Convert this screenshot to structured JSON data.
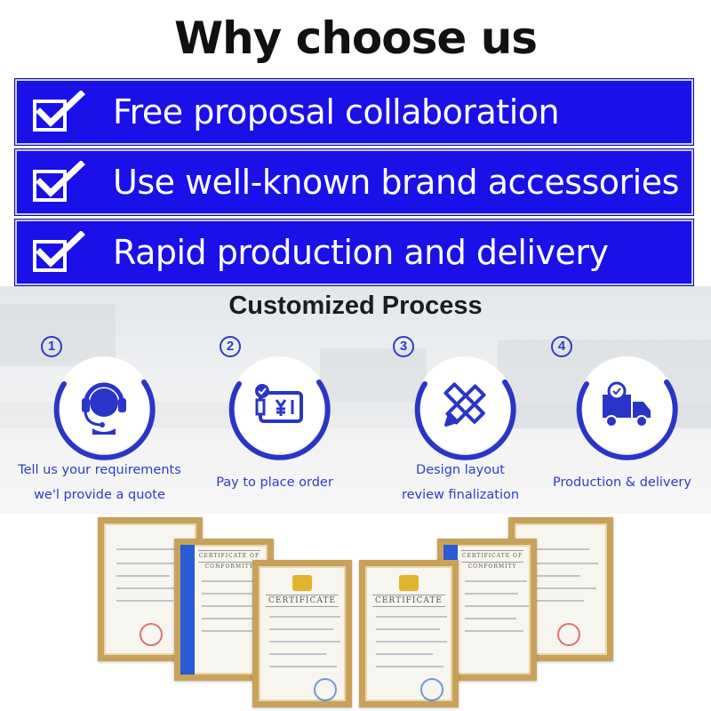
{
  "header": {
    "title": "Why choose us"
  },
  "benefits": [
    {
      "label": "Free proposal collaboration",
      "icon": "checkbox-check-icon"
    },
    {
      "label": "Use well-known brand accessories",
      "icon": "checkbox-check-icon"
    },
    {
      "label": "Rapid production and delivery",
      "icon": "checkbox-check-icon"
    }
  ],
  "process": {
    "title": "Customized Process",
    "steps": [
      {
        "number": "1",
        "icon": "customer-service-headset-icon",
        "line1": "Tell us your requirements",
        "line2": "we'l provide a quote"
      },
      {
        "number": "2",
        "icon": "payment-yen-icon",
        "line1": "Pay to place order",
        "line2": ""
      },
      {
        "number": "3",
        "icon": "design-ruler-pencil-icon",
        "line1": "Design layout",
        "line2": "review finalization"
      },
      {
        "number": "4",
        "icon": "delivery-truck-icon",
        "line1": "Production & delivery",
        "line2": ""
      }
    ]
  },
  "certificates": {
    "items": [
      {
        "banner": ""
      },
      {
        "banner": "CERTIFICATE OF CONFORMITY"
      },
      {
        "banner": "CERTIFICATE"
      },
      {
        "banner": "CERTIFICATE"
      },
      {
        "banner": "CERTIFICATE OF CONFORMITY"
      },
      {
        "banner": ""
      }
    ]
  },
  "colors": {
    "bar_blue": "#1a10e8",
    "accent_blue": "#2c3ec4",
    "frame_gold": "#c9a25a"
  }
}
